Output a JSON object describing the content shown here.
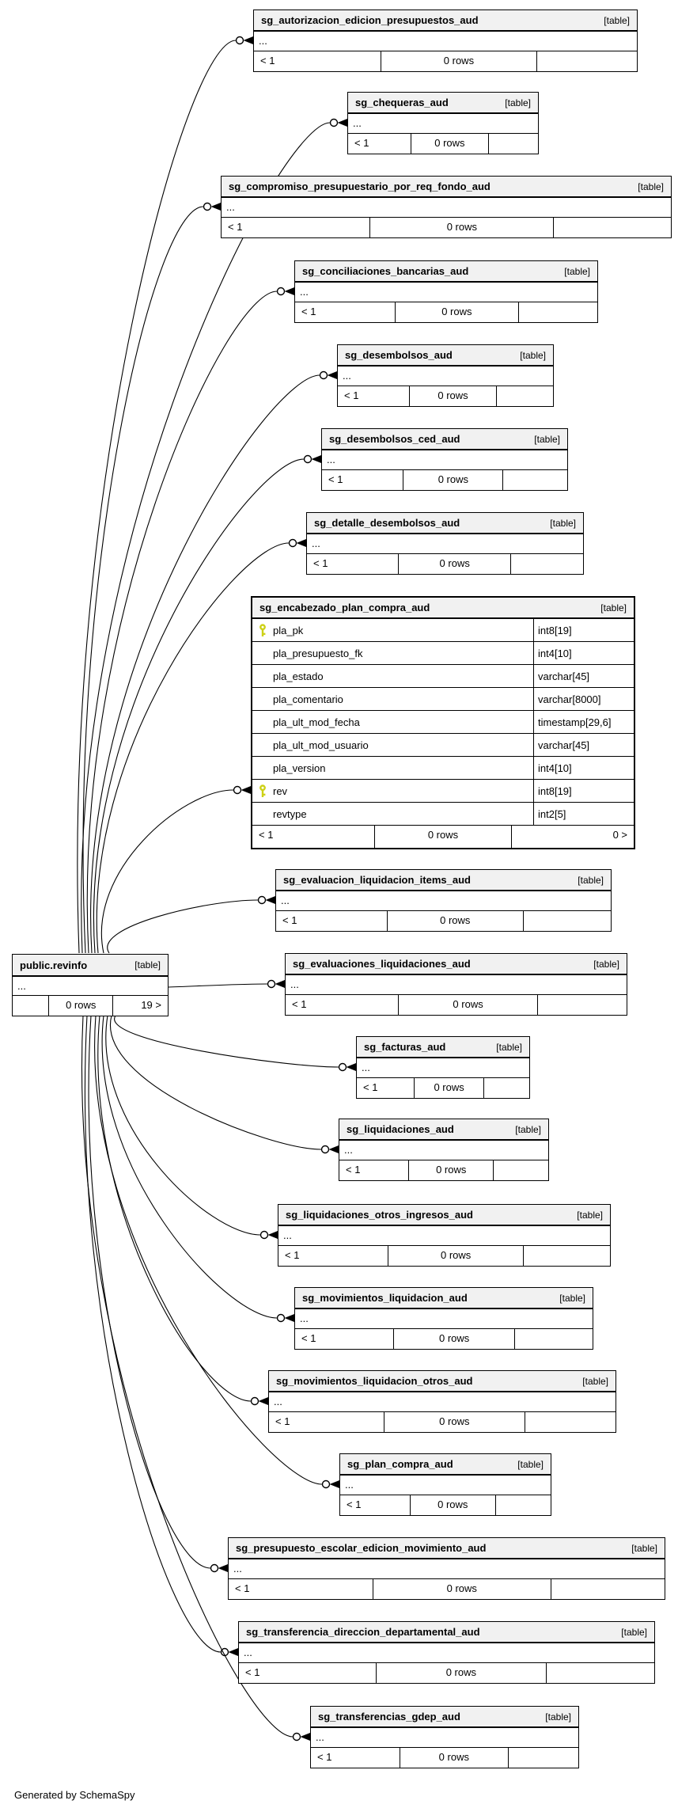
{
  "footer": "Generated by SchemaSpy",
  "ellipsis": "...",
  "revinfo": {
    "id": "revinfo",
    "name": "public.revinfo",
    "tag": "[table]",
    "stats": [
      "",
      "0 rows",
      "19 >"
    ]
  },
  "tables": [
    {
      "id": "aut",
      "name": "sg_autorizacion_edicion_presupuestos_aud",
      "tag": "[table]",
      "stats": [
        "< 1",
        "0 rows",
        ""
      ]
    },
    {
      "id": "cheq",
      "name": "sg_chequeras_aud",
      "tag": "[table]",
      "stats": [
        "< 1",
        "0 rows",
        ""
      ]
    },
    {
      "id": "comp",
      "name": "sg_compromiso_presupuestario_por_req_fondo_aud",
      "tag": "[table]",
      "stats": [
        "< 1",
        "0 rows",
        ""
      ]
    },
    {
      "id": "conc",
      "name": "sg_conciliaciones_bancarias_aud",
      "tag": "[table]",
      "stats": [
        "< 1",
        "0 rows",
        ""
      ]
    },
    {
      "id": "dese",
      "name": "sg_desembolsos_aud",
      "tag": "[table]",
      "stats": [
        "< 1",
        "0 rows",
        ""
      ]
    },
    {
      "id": "deseced",
      "name": "sg_desembolsos_ced_aud",
      "tag": "[table]",
      "stats": [
        "< 1",
        "0 rows",
        ""
      ]
    },
    {
      "id": "detdese",
      "name": "sg_detalle_desembolsos_aud",
      "tag": "[table]",
      "stats": [
        "< 1",
        "0 rows",
        ""
      ]
    },
    {
      "id": "enca",
      "name": "sg_encabezado_plan_compra_aud",
      "tag": "[table]",
      "stats": [
        "< 1",
        "0 rows",
        "0 >"
      ],
      "columns": [
        {
          "name": "pla_pk",
          "type": "int8[19]",
          "key": true
        },
        {
          "name": "pla_presupuesto_fk",
          "type": "int4[10]"
        },
        {
          "name": "pla_estado",
          "type": "varchar[45]"
        },
        {
          "name": "pla_comentario",
          "type": "varchar[8000]"
        },
        {
          "name": "pla_ult_mod_fecha",
          "type": "timestamp[29,6]"
        },
        {
          "name": "pla_ult_mod_usuario",
          "type": "varchar[45]"
        },
        {
          "name": "pla_version",
          "type": "int4[10]"
        },
        {
          "name": "rev",
          "type": "int8[19]",
          "key": true
        },
        {
          "name": "revtype",
          "type": "int2[5]"
        }
      ]
    },
    {
      "id": "evalitems",
      "name": "sg_evaluacion_liquidacion_items_aud",
      "tag": "[table]",
      "stats": [
        "< 1",
        "0 rows",
        ""
      ]
    },
    {
      "id": "evalsliq",
      "name": "sg_evaluaciones_liquidaciones_aud",
      "tag": "[table]",
      "stats": [
        "< 1",
        "0 rows",
        ""
      ]
    },
    {
      "id": "fact",
      "name": "sg_facturas_aud",
      "tag": "[table]",
      "stats": [
        "< 1",
        "0 rows",
        ""
      ]
    },
    {
      "id": "liq",
      "name": "sg_liquidaciones_aud",
      "tag": "[table]",
      "stats": [
        "< 1",
        "0 rows",
        ""
      ]
    },
    {
      "id": "liqotros",
      "name": "sg_liquidaciones_otros_ingresos_aud",
      "tag": "[table]",
      "stats": [
        "< 1",
        "0 rows",
        ""
      ]
    },
    {
      "id": "movliq",
      "name": "sg_movimientos_liquidacion_aud",
      "tag": "[table]",
      "stats": [
        "< 1",
        "0 rows",
        ""
      ]
    },
    {
      "id": "movliqotros",
      "name": "sg_movimientos_liquidacion_otros_aud",
      "tag": "[table]",
      "stats": [
        "< 1",
        "0 rows",
        ""
      ]
    },
    {
      "id": "plan",
      "name": "sg_plan_compra_aud",
      "tag": "[table]",
      "stats": [
        "< 1",
        "0 rows",
        ""
      ]
    },
    {
      "id": "presu",
      "name": "sg_presupuesto_escolar_edicion_movimiento_aud",
      "tag": "[table]",
      "stats": [
        "< 1",
        "0 rows",
        ""
      ]
    },
    {
      "id": "transfdir",
      "name": "sg_transferencia_direccion_departamental_aud",
      "tag": "[table]",
      "stats": [
        "< 1",
        "0 rows",
        ""
      ]
    },
    {
      "id": "transfgdep",
      "name": "sg_transferencias_gdep_aud",
      "tag": "[table]",
      "stats": [
        "< 1",
        "0 rows",
        ""
      ]
    }
  ]
}
